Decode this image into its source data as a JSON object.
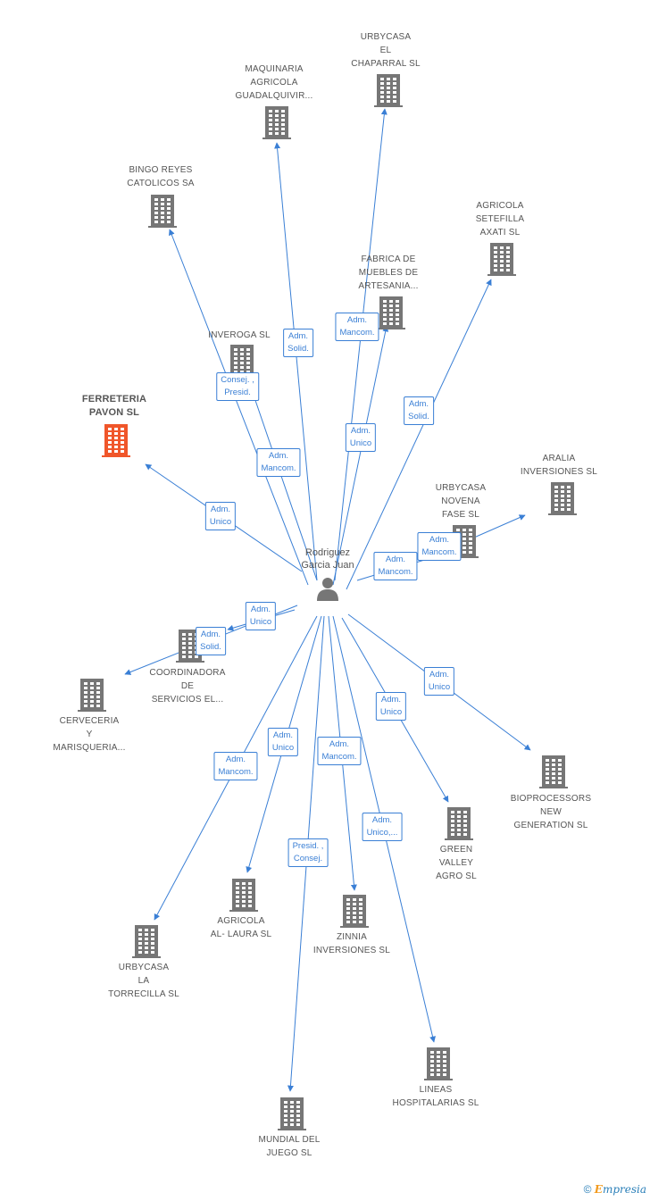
{
  "center": {
    "name": "Rodriguez\nGarcia Juan",
    "icon": "person-icon"
  },
  "colors": {
    "edge": "#3a7fd5",
    "building": "#767676",
    "highlight": "#f0562a",
    "text": "#555555"
  },
  "companies": [
    {
      "key": "urbycasa-el-chaparral",
      "name": "URBYCASA\nEL\nCHAPARRAL  SL",
      "highlight": false
    },
    {
      "key": "maquinaria-agricola",
      "name": "MAQUINARIA\nAGRICOLA\nGUADALQUIVIR...",
      "highlight": false
    },
    {
      "key": "bingo-reyes",
      "name": "BINGO REYES\nCATOLICOS SA",
      "highlight": false
    },
    {
      "key": "agricola-setefilla",
      "name": "AGRICOLA\nSETEFILLA\nAXATI  SL",
      "highlight": false
    },
    {
      "key": "fabrica-muebles",
      "name": "FABRICA DE\nMUEBLES DE\nARTESANIA...",
      "highlight": false
    },
    {
      "key": "inveroga",
      "name": "INVEROGA SL",
      "highlight": false
    },
    {
      "key": "ferreteria-pavon",
      "name": "FERRETERIA\nPAVON SL",
      "highlight": true
    },
    {
      "key": "aralia",
      "name": "ARALIA\nINVERSIONES SL",
      "highlight": false
    },
    {
      "key": "urbycasa-novena",
      "name": "URBYCASA\nNOVENA\nFASE SL",
      "highlight": false
    },
    {
      "key": "coordinadora",
      "name": "COORDINADORA\nDE\nSERVICIOS EL...",
      "highlight": false
    },
    {
      "key": "cerveceria",
      "name": "CERVECERIA\nY\nMARISQUERIA...",
      "highlight": false
    },
    {
      "key": "bioprocessors",
      "name": "BIOPROCESSORS\nNEW\nGENERATION SL",
      "highlight": false
    },
    {
      "key": "green-valley",
      "name": "GREEN\nVALLEY\nAGRO SL",
      "highlight": false
    },
    {
      "key": "agricola-al-laura",
      "name": "AGRICOLA\nAL- LAURA  SL",
      "highlight": false
    },
    {
      "key": "zinnia",
      "name": "ZINNIA\nINVERSIONES SL",
      "highlight": false
    },
    {
      "key": "urbycasa-la-torrecilla",
      "name": "URBYCASA\nLA\nTORRECILLA SL",
      "highlight": false
    },
    {
      "key": "lineas-hospitalarias",
      "name": "LINEAS\nHOSPITALARIAS SL",
      "highlight": false
    },
    {
      "key": "mundial-del-juego",
      "name": "MUNDIAL DEL\nJUEGO SL",
      "highlight": false
    }
  ],
  "relations": [
    {
      "target": "urbycasa-el-chaparral",
      "label": "Adm.\nMancom."
    },
    {
      "target": "maquinaria-agricola",
      "label": "Adm.\nSolid."
    },
    {
      "target": "bingo-reyes",
      "label": "Adm.\nMancom."
    },
    {
      "target": "agricola-setefilla",
      "label": "Adm.\nSolid."
    },
    {
      "target": "fabrica-muebles",
      "label": "Adm.\nUnico"
    },
    {
      "target": "inveroga",
      "label": "Consej. ,\nPresid."
    },
    {
      "target": "ferreteria-pavon",
      "label": "Adm.\nUnico"
    },
    {
      "target": "aralia",
      "label": "Adm.\nMancom."
    },
    {
      "target": "urbycasa-novena",
      "label": "Adm.\nMancom."
    },
    {
      "target": "coordinadora",
      "label": "Adm.\nUnico"
    },
    {
      "target": "cerveceria",
      "label": "Adm.\nSolid."
    },
    {
      "target": "bioprocessors",
      "label": "Adm.\nUnico"
    },
    {
      "target": "green-valley",
      "label": "Adm.\nUnico"
    },
    {
      "target": "agricola-al-laura",
      "label": "Adm.\nUnico"
    },
    {
      "target": "zinnia",
      "label": "Adm.\nMancom."
    },
    {
      "target": "urbycasa-la-torrecilla",
      "label": "Adm.\nMancom."
    },
    {
      "target": "lineas-hospitalarias",
      "label": "Adm.\nUnico,..."
    },
    {
      "target": "mundial-del-juego",
      "label": "Presid. ,\nConsej."
    }
  ],
  "footer": {
    "copyright": "©",
    "brand_first": "E",
    "brand_rest": "mpresia"
  }
}
